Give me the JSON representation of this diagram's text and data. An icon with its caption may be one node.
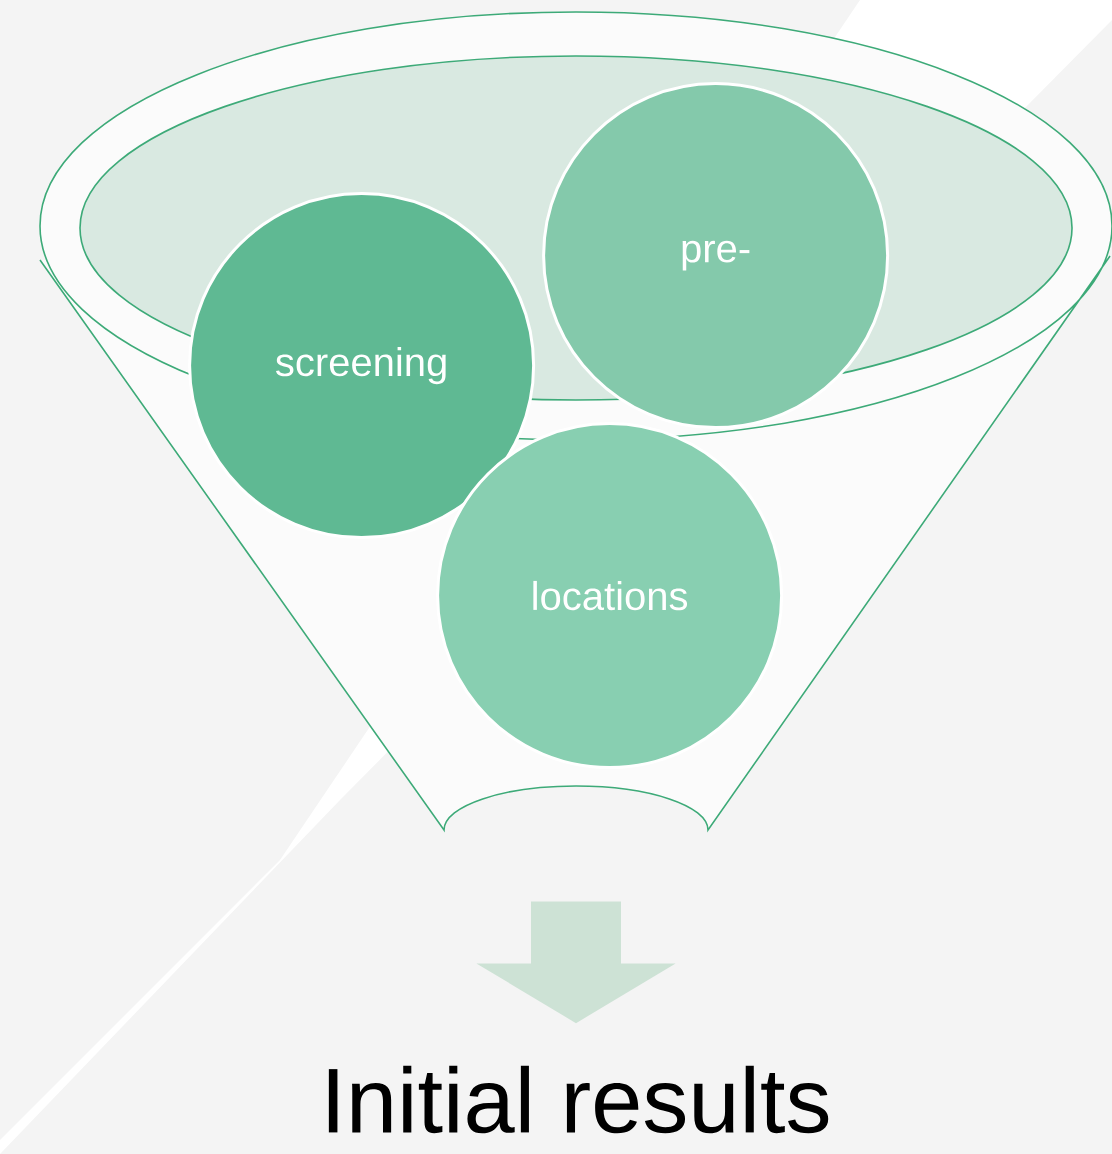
{
  "diagram": {
    "nodes": [
      {
        "text": [],
        "shape": "funnel"
      },
      {
        "text": [
          "pre-"
        ],
        "in": 0
      },
      {
        "text": [
          "screening"
        ],
        "in": 0
      },
      {
        "text": [
          "locations"
        ],
        "in": 0
      },
      {
        "text": [
          "Initial results"
        ]
      }
    ],
    "edges": [
      {
        "from": 0,
        "to": 4,
        "arrow": "to",
        "style": "thick"
      }
    ]
  }
}
